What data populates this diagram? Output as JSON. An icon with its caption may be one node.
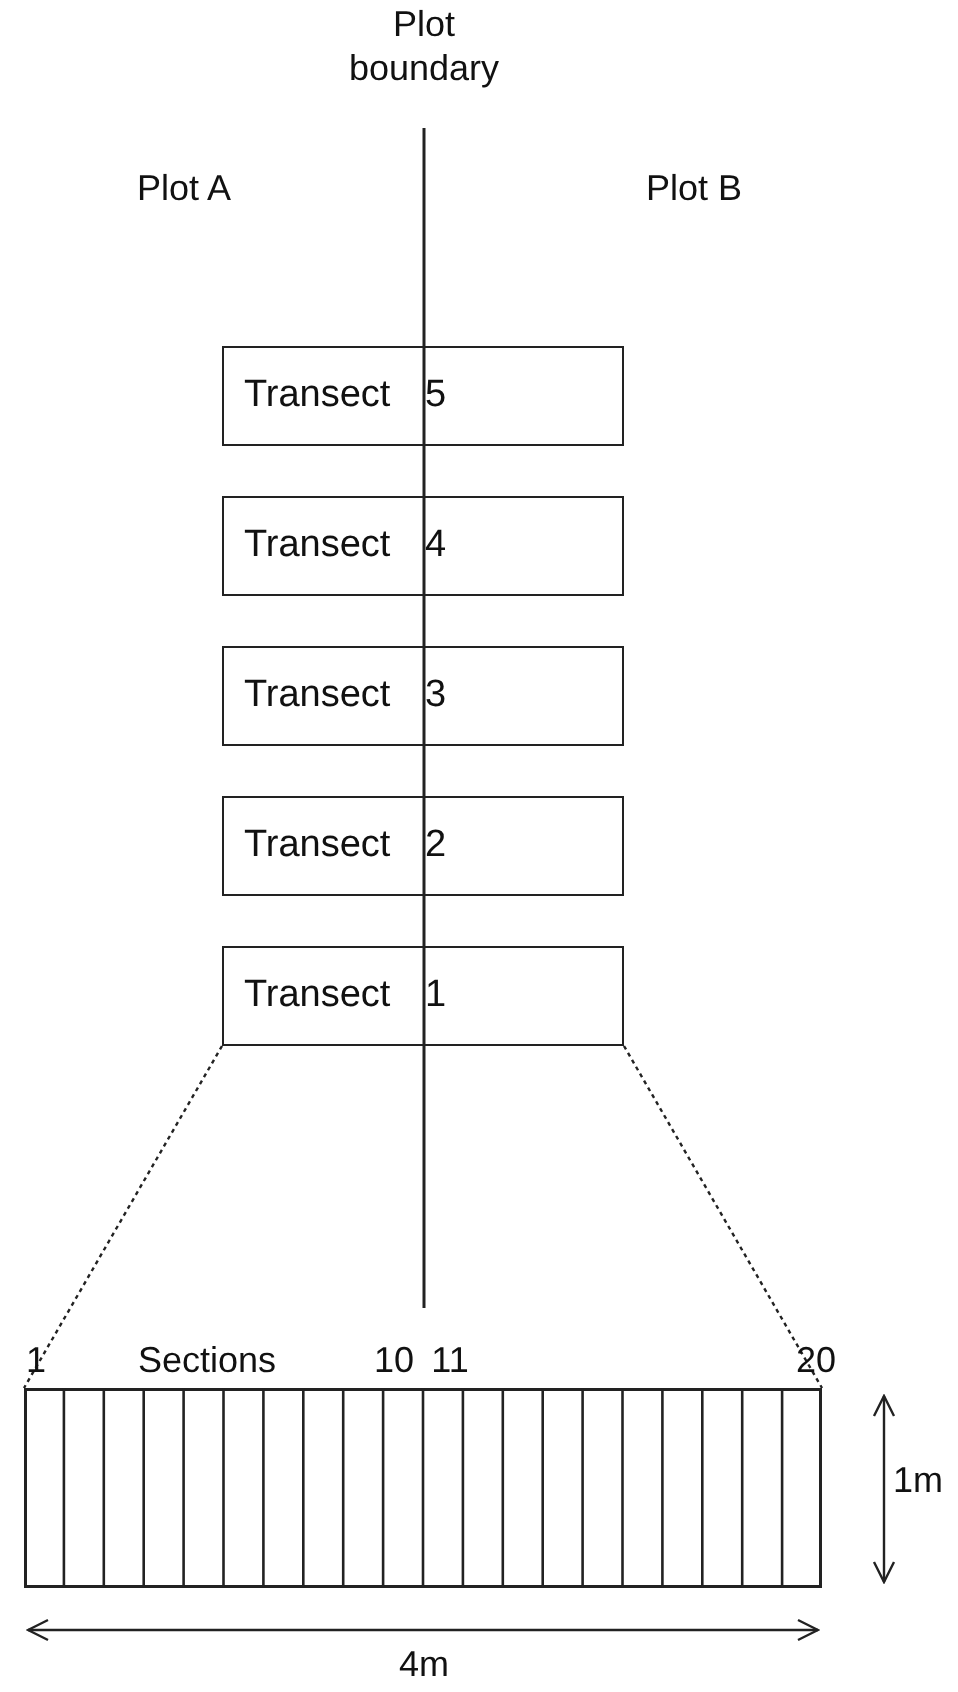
{
  "diagram": {
    "nodes": [
      {
        "text": [
          "Transect 5"
        ]
      },
      {
        "text": [
          "Transect 4"
        ]
      },
      {
        "text": [
          "Transect 3"
        ]
      },
      {
        "text": [
          "Transect 2"
        ]
      },
      {
        "text": [
          "Transect 1"
        ]
      },
      {
        "text": [
          "Sections"
        ]
      }
    ],
    "edges": [
      {
        "from": 4,
        "to": 5,
        "arrow": "none",
        "style": "dashed"
      },
      {
        "from": 4,
        "to": 5,
        "arrow": "none",
        "style": "dashed"
      }
    ],
    "labels": [
      "Plot boundary",
      "Plot A",
      "Plot B",
      "1",
      "10",
      "11",
      "20",
      "1m",
      "4m"
    ]
  }
}
